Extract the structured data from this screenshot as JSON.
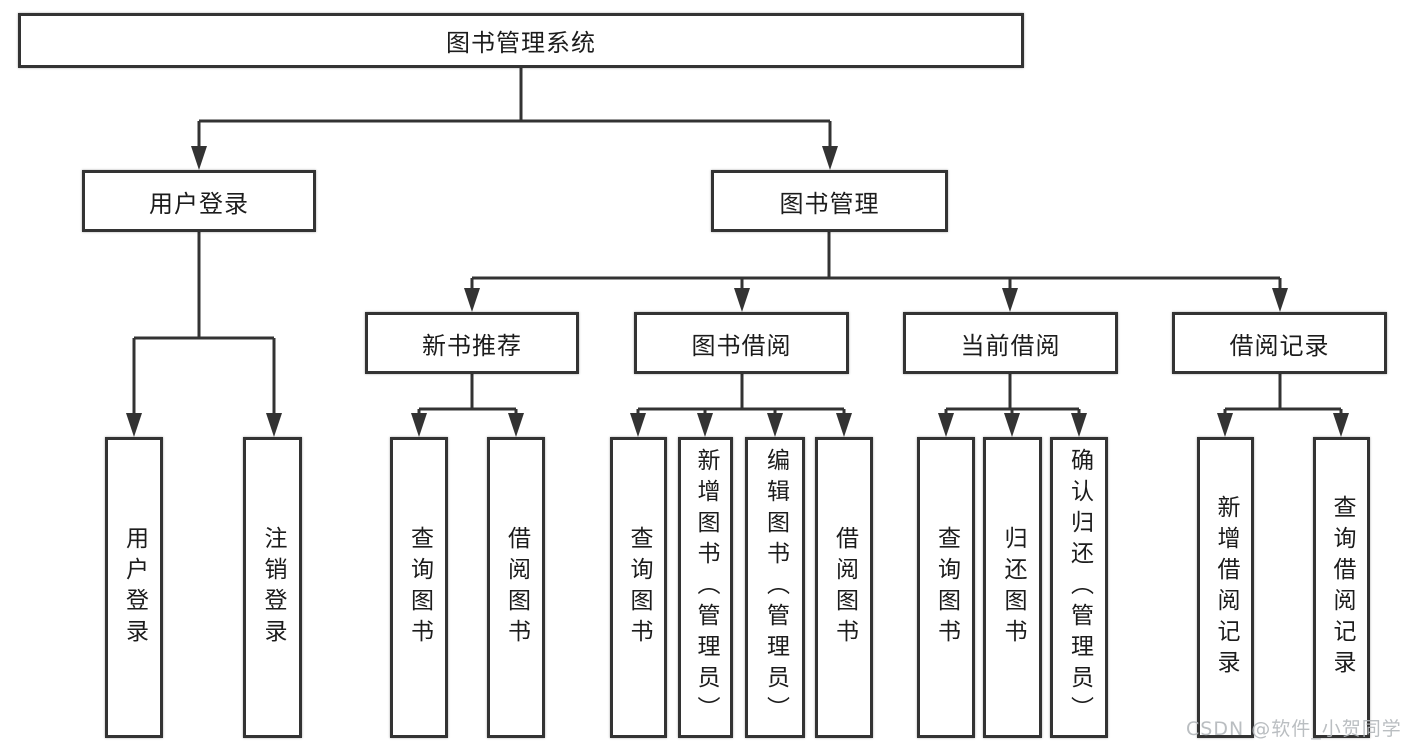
{
  "diagram_title": "图书管理系统",
  "tree": {
    "label": "图书管理系统",
    "children": [
      {
        "label": "用户登录",
        "children": [
          {
            "label": "用户登录"
          },
          {
            "label": "注销登录"
          }
        ]
      },
      {
        "label": "图书管理",
        "children": [
          {
            "label": "新书推荐",
            "children": [
              {
                "label": "查询图书"
              },
              {
                "label": "借阅图书"
              }
            ]
          },
          {
            "label": "图书借阅",
            "children": [
              {
                "label": "查询图书"
              },
              {
                "label": "新增图书（管理员）"
              },
              {
                "label": "编辑图书（管理员）"
              },
              {
                "label": "借阅图书"
              }
            ]
          },
          {
            "label": "当前借阅",
            "children": [
              {
                "label": "查询图书"
              },
              {
                "label": "归还图书"
              },
              {
                "label": "确认归还（管理员）"
              }
            ]
          },
          {
            "label": "借阅记录",
            "children": [
              {
                "label": "新增借阅记录"
              },
              {
                "label": "查询借阅记录"
              }
            ]
          }
        ]
      }
    ]
  },
  "watermark": {
    "text": "CSDN @软件_小贺同学"
  },
  "colors": {
    "line": "#333333",
    "box_border": "#333333",
    "box_fill": "#ffffff",
    "text": "#1c1c1c",
    "watermark": "#b3b7bb",
    "background": "#ffffff"
  }
}
